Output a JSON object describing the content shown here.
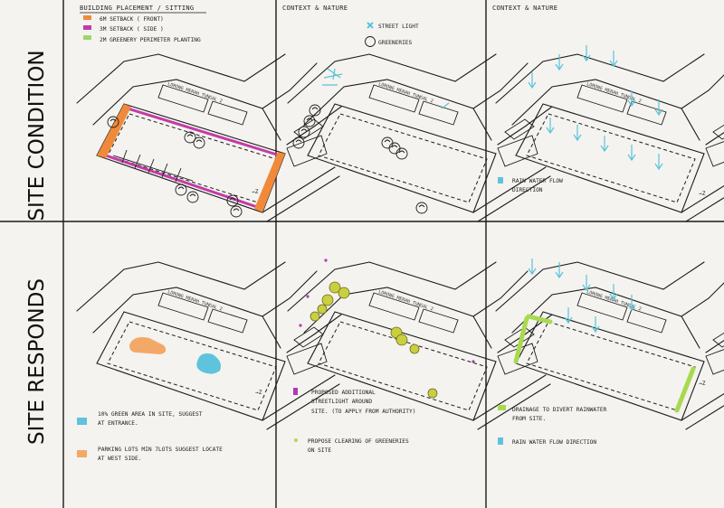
{
  "row_labels": {
    "top": "SITE CONDITION",
    "bottom": "SITE RESPONDS"
  },
  "titles": {
    "p1": "BUILDING PLACEMENT / SITTING",
    "p2": "CONTEXT & NATURE",
    "p3": "CONTEXT & NATURE"
  },
  "road_label": "LORONG MERAH TUNGAL 2",
  "north_label": "→Z",
  "p1_legend": [
    {
      "text": "6M SETBACK ( FRONT)",
      "color": "#f08a3a"
    },
    {
      "text": "3M SETBACK ( SIDE )",
      "color": "#c43aa8"
    },
    {
      "text": "2M GREENERY PERIMETER PLANTING",
      "color": "#9ad86a"
    }
  ],
  "p2_legend": [
    {
      "text": "STREET LIGHT",
      "icon": "street-light-icon"
    },
    {
      "text": "GREENERIES",
      "icon": "tree-icon"
    }
  ],
  "p3_note": {
    "line1": "RAIN WATER FLOW",
    "line2": "DIRECTION"
  },
  "p4_notes": [
    {
      "lines": [
        "10% GREEN AREA IN SITE, SUGGEST",
        "AT ENTRANCE."
      ],
      "color": "#5ec3dc"
    },
    {
      "lines": [
        "PARKING LOTS MIN 7LOTS SUGGEST LOCATE",
        "AT WEST SIDE."
      ],
      "color": "#f4a867"
    }
  ],
  "p5_notes": [
    {
      "lines": [
        "PROPOSED ADDITIONAL",
        "STREETLIGHT AROUND",
        "SITE. (TO APPLY FROM AUTHORITY)"
      ],
      "color": "#b13ab5"
    },
    {
      "lines": [
        "PROPOSE CLEARING OF GREENERIES",
        "ON SITE"
      ],
      "color": "#b8d84a"
    }
  ],
  "p6_notes": [
    {
      "lines": [
        "DRAINAGE TO DIVERT RAINWATER",
        "FROM SITE."
      ],
      "color": "#a9d94f"
    },
    {
      "lines": [
        "RAIN WATER FLOW DIRECTION"
      ],
      "color": "#5ec3dc"
    }
  ],
  "colors": {
    "setback_front": "#f08a3a",
    "setback_side": "#c43aa8",
    "perimeter": "#9ad86a",
    "water": "#5ec3dc",
    "parking": "#f4a867",
    "tree_yellow": "#c9cf3e",
    "drain": "#a9d94f"
  }
}
